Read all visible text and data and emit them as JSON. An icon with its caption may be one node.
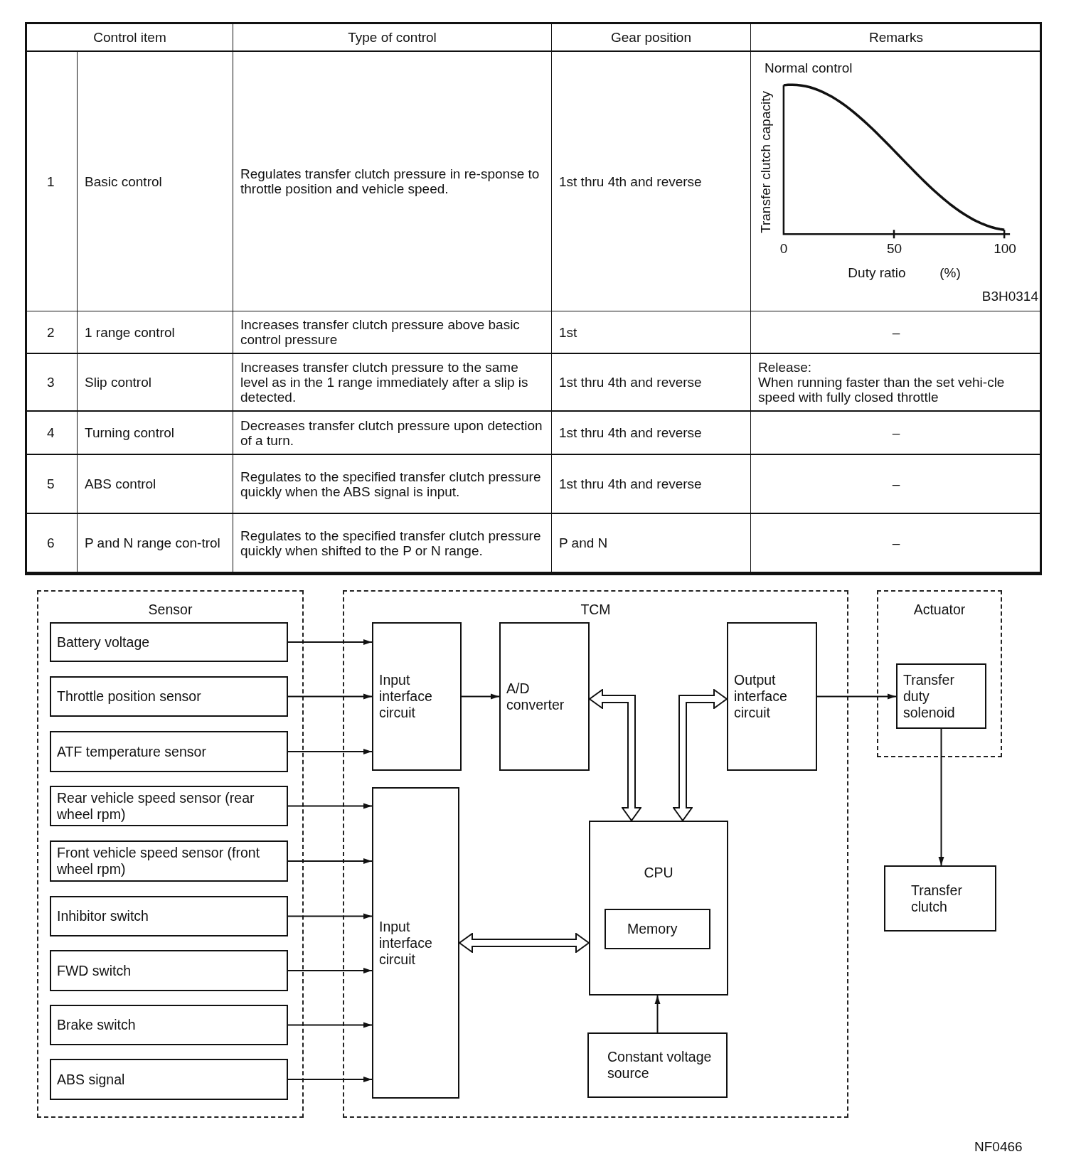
{
  "diagram": {
    "nodes": [
      {
        "text": [
          "Sensor"
        ]
      },
      {
        "text": [
          "Battery voltage"
        ],
        "in": 0
      },
      {
        "text": [
          "Throttle position sensor"
        ],
        "in": 0
      },
      {
        "text": [
          "ATF temperature sensor"
        ],
        "in": 0
      },
      {
        "text": [
          "Rear vehicle speed sensor (rear wheel rpm)"
        ],
        "in": 0
      },
      {
        "text": [
          "Front vehicle speed sensor (front wheel rpm)"
        ],
        "in": 0
      },
      {
        "text": [
          "Inhibitor switch"
        ],
        "in": 0
      },
      {
        "text": [
          "FWD switch"
        ],
        "in": 0
      },
      {
        "text": [
          "Brake switch"
        ],
        "in": 0
      },
      {
        "text": [
          "ABS signal"
        ],
        "in": 0
      },
      {
        "text": [
          "TCM"
        ]
      },
      {
        "text": [
          "Input interface circuit"
        ],
        "in": 10
      },
      {
        "text": [
          "A/D converter"
        ],
        "in": 10
      },
      {
        "text": [
          "Output interface circuit"
        ],
        "in": 10
      },
      {
        "text": [
          "Input interface circuit"
        ],
        "in": 10
      },
      {
        "text": [
          "CPU"
        ],
        "in": 10
      },
      {
        "text": [
          "Memory"
        ],
        "in": 15
      },
      {
        "text": [
          "Constant voltage source"
        ],
        "in": 10
      },
      {
        "text": [
          "Actuator"
        ]
      },
      {
        "text": [
          "Transfer duty solenoid"
        ],
        "in": 18
      },
      {
        "text": [
          "Transfer clutch"
        ]
      }
    ],
    "edges": [
      {
        "from": 1,
        "to": 11,
        "arrow": "to"
      },
      {
        "from": 2,
        "to": 11,
        "arrow": "to"
      },
      {
        "from": 3,
        "to": 11,
        "arrow": "to"
      },
      {
        "from": 4,
        "to": 14,
        "arrow": "to"
      },
      {
        "from": 5,
        "to": 14,
        "arrow": "to"
      },
      {
        "from": 6,
        "to": 14,
        "arrow": "to"
      },
      {
        "from": 7,
        "to": 14,
        "arrow": "to"
      },
      {
        "from": 8,
        "to": 14,
        "arrow": "to"
      },
      {
        "from": 9,
        "to": 14,
        "arrow": "to"
      },
      {
        "from": 11,
        "to": 12,
        "arrow": "to"
      },
      {
        "from": 12,
        "to": 15,
        "arrow": "both",
        "style": "thick"
      },
      {
        "from": 15,
        "to": 13,
        "arrow": "both",
        "style": "thick"
      },
      {
        "from": 14,
        "to": 15,
        "arrow": "both",
        "style": "thick"
      },
      {
        "from": 17,
        "to": 15,
        "arrow": "to"
      },
      {
        "from": 13,
        "to": 19,
        "arrow": "to"
      },
      {
        "from": 19,
        "to": 20,
        "arrow": "to"
      }
    ],
    "labels": [
      "Control item",
      "Type of control",
      "Gear position",
      "Remarks",
      "1",
      "Basic control",
      "Regulates transfer clutch pressure in re-sponse to throttle position and vehicle speed.",
      "1st thru 4th and reverse",
      "Normal control",
      "Transfer clutch capacity",
      "0",
      "50",
      "100",
      "Duty ratio",
      "(%)",
      "B3H0314",
      "2",
      "1 range control",
      "Increases transfer clutch pressure above basic control pressure",
      "1st",
      "–",
      "3",
      "Slip control",
      "Increases transfer clutch pressure to the same level as in the 1 range immediately after a slip is detected.",
      "1st thru 4th and reverse",
      "Release:",
      "When running faster than the set vehi-cle speed with fully closed throttle",
      "4",
      "Turning control",
      "Decreases transfer clutch pressure upon detection of a turn.",
      "1st thru 4th and reverse",
      "–",
      "5",
      "ABS control",
      "Regulates to the specified transfer clutch pressure quickly when the ABS signal is input.",
      "1st thru 4th and reverse",
      "–",
      "6",
      "P and N range con-trol",
      "Regulates to the specified transfer clutch pressure quickly when shifted to the P or N range.",
      "P and N",
      "–",
      "NF0466"
    ]
  }
}
